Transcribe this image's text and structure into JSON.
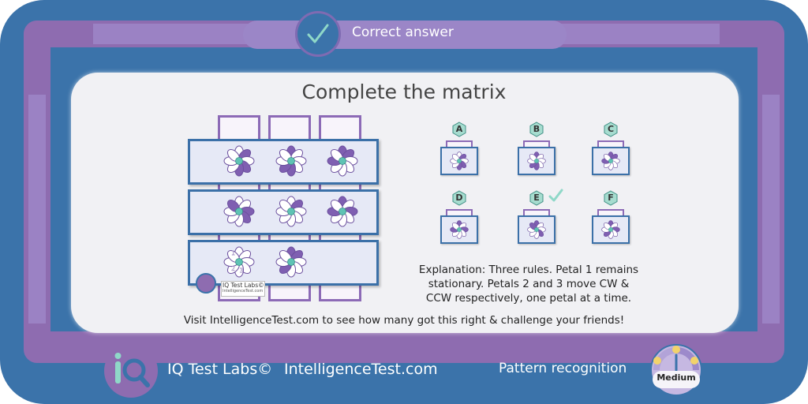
{
  "banner": {
    "status_text": "Correct answer"
  },
  "puzzle": {
    "title": "Complete the matrix",
    "grid": [
      [
        {
          "petals": [
            0,
            1,
            0,
            1,
            1,
            0,
            0,
            0
          ]
        },
        {
          "petals": [
            1,
            0,
            0,
            0,
            1,
            1,
            0,
            0
          ]
        },
        {
          "petals": [
            1,
            1,
            0,
            0,
            0,
            0,
            1,
            0
          ]
        }
      ],
      [
        {
          "petals": [
            0,
            0,
            1,
            1,
            0,
            0,
            0,
            1
          ]
        },
        {
          "petals": [
            0,
            1,
            0,
            0,
            0,
            0,
            0,
            0
          ]
        },
        {
          "petals": [
            1,
            0,
            1,
            0,
            0,
            0,
            1,
            0
          ]
        }
      ],
      [
        {
          "petals": [
            0,
            0,
            0,
            0,
            0,
            0,
            0,
            0
          ]
        },
        {
          "petals": [
            1,
            1,
            0,
            0,
            0,
            1,
            0,
            0
          ]
        },
        null
      ]
    ],
    "numbered_petals": [
      "1",
      "2",
      "3"
    ],
    "watermark": {
      "line1": "IQ Test Labs©",
      "line2": "IntelligenceTest.com"
    },
    "options": [
      {
        "letter": "A",
        "petals": [
          0,
          1,
          0,
          1,
          1,
          0,
          0,
          0
        ],
        "correct": false
      },
      {
        "letter": "B",
        "petals": [
          1,
          0,
          0,
          0,
          1,
          1,
          0,
          0
        ],
        "correct": false
      },
      {
        "letter": "C",
        "petals": [
          1,
          1,
          0,
          0,
          0,
          0,
          1,
          0
        ],
        "correct": false
      },
      {
        "letter": "D",
        "petals": [
          1,
          0,
          1,
          0,
          0,
          0,
          1,
          0
        ],
        "correct": false
      },
      {
        "letter": "E",
        "petals": [
          1,
          0,
          0,
          1,
          0,
          0,
          0,
          1
        ],
        "correct": true
      },
      {
        "letter": "F",
        "petals": [
          1,
          0,
          1,
          0,
          0,
          1,
          0,
          0
        ],
        "correct": false
      }
    ],
    "explanation": [
      "Explanation: Three rules. Petal 1 remains",
      "stationary. Petals 2 and 3 move CW &",
      "CCW respectively, one petal at a time."
    ],
    "footer": "Visit IntelligenceTest.com to see how many got this right & challenge your friends!"
  },
  "bottom_bar": {
    "brand": "IQ Test Labs©",
    "url": "IntelligenceTest.com",
    "category": "Pattern recognition",
    "difficulty": "Medium"
  },
  "colors": {
    "frame": "#3b73aa",
    "accent_purple": "#8e6cb0",
    "petal_purple": "#7f5fb1",
    "petal_white": "#ffffff",
    "flower_center": "#5fc3b4",
    "option_badge": "#a6dccf",
    "check_mark": "#8fd8c8"
  },
  "icons": {
    "status": "check-mark-icon",
    "brand": "magnifier-logo-icon",
    "difficulty": "gauge-icon"
  }
}
